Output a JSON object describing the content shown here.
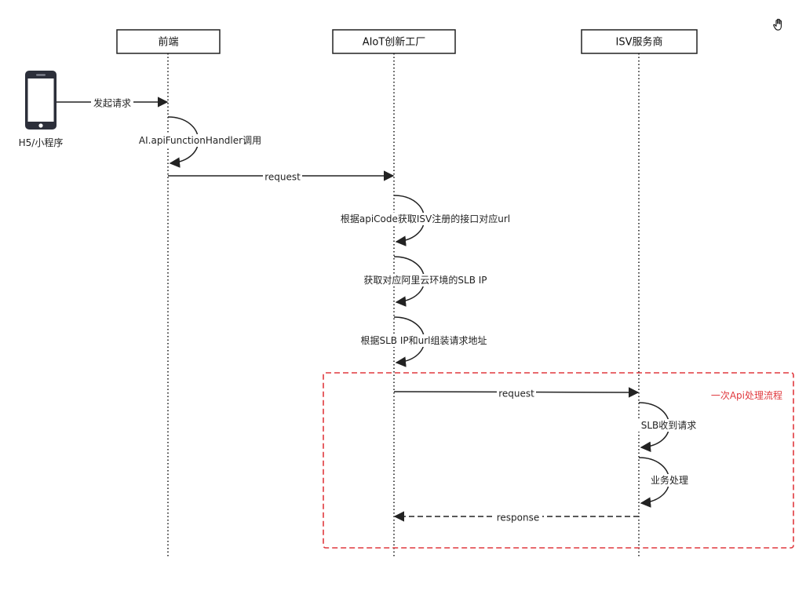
{
  "participants": [
    {
      "id": "frontend",
      "label": "前端"
    },
    {
      "id": "aiot",
      "label": "AIoT创新工厂"
    },
    {
      "id": "isv",
      "label": "ISV服务商"
    }
  ],
  "actor": {
    "label": "H5/小程序",
    "icon": "phone-icon"
  },
  "messages": [
    {
      "id": "m1",
      "label": "发起请求",
      "from": "actor",
      "to": "frontend",
      "style": "solid"
    },
    {
      "id": "m2",
      "label": "AI.apiFunctionHandler调用",
      "from": "frontend",
      "to": "frontend",
      "style": "self"
    },
    {
      "id": "m3",
      "label": "request",
      "from": "frontend",
      "to": "aiot",
      "style": "solid"
    },
    {
      "id": "m4",
      "label": "根据apiCode获取ISV注册的接口对应url",
      "from": "aiot",
      "to": "aiot",
      "style": "self"
    },
    {
      "id": "m5",
      "label": "获取对应阿里云环境的SLB IP",
      "from": "aiot",
      "to": "aiot",
      "style": "self"
    },
    {
      "id": "m6",
      "label": "根据SLB IP和url组装请求地址",
      "from": "aiot",
      "to": "aiot",
      "style": "self"
    },
    {
      "id": "m7",
      "label": "request",
      "from": "aiot",
      "to": "isv",
      "style": "solid"
    },
    {
      "id": "m8",
      "label": "SLB收到请求",
      "from": "isv",
      "to": "isv",
      "style": "self"
    },
    {
      "id": "m9",
      "label": "业务处理",
      "from": "isv",
      "to": "isv",
      "style": "self"
    },
    {
      "id": "m10",
      "label": "response",
      "from": "isv",
      "to": "aiot",
      "style": "dashed"
    }
  ],
  "frame": {
    "label": "一次Api处理流程",
    "color": "#e0393e"
  },
  "colors": {
    "line": "#222222",
    "box_border": "#222222",
    "frame": "#e0393e"
  },
  "cursor_icon": "hand-cursor-icon"
}
